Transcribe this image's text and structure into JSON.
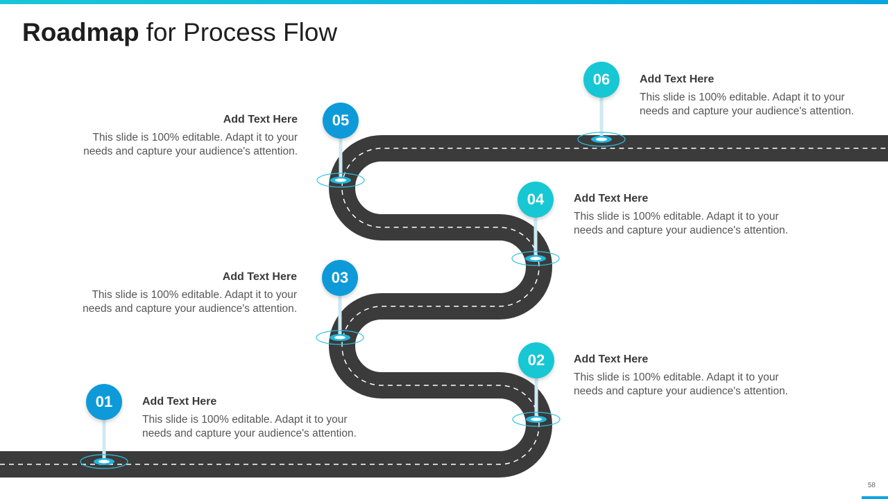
{
  "title": {
    "bold": "Roadmap",
    "light": "for Process Flow"
  },
  "steps": [
    {
      "number": "01",
      "heading": "Add Text Here",
      "body": "This slide is 100% editable. Adapt it to your needs and capture your audience's attention."
    },
    {
      "number": "02",
      "heading": "Add Text Here",
      "body": "This slide is 100% editable. Adapt it to your needs and capture your audience's attention."
    },
    {
      "number": "03",
      "heading": "Add Text Here",
      "body": "This slide is 100% editable. Adapt it to your needs and capture your audience's attention."
    },
    {
      "number": "04",
      "heading": "Add Text Here",
      "body": "This slide is 100% editable. Adapt it to your needs and capture your audience's attention."
    },
    {
      "number": "05",
      "heading": "Add Text Here",
      "body": "This slide is 100% editable. Adapt it to your needs and capture your audience's attention."
    },
    {
      "number": "06",
      "heading": "Add Text Here",
      "body": "This slide is 100% editable. Adapt it to your needs and capture your audience's attention."
    }
  ],
  "page_number": "58",
  "colors": {
    "teal": "#17c7d3",
    "blue": "#0e9ad8",
    "road": "#3b3b3b"
  }
}
